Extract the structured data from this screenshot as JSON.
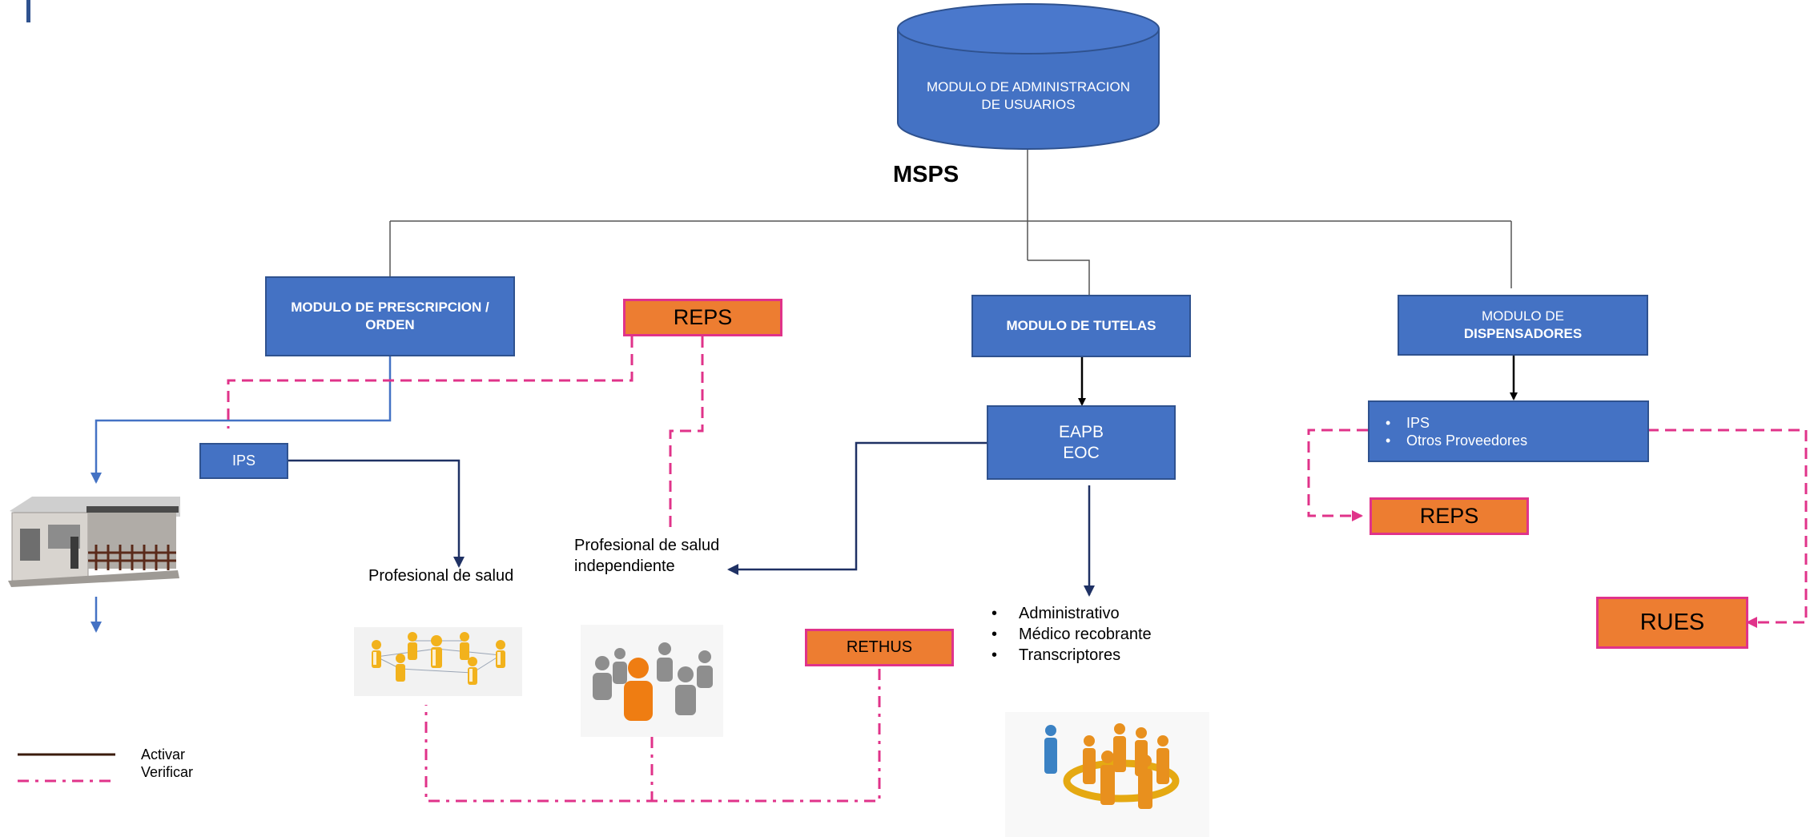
{
  "db": {
    "line1": "MODULO DE ADMINISTRACION",
    "line2": "DE USUARIOS"
  },
  "msps_label": "MSPS",
  "modules": {
    "prescripcion": {
      "line1": "MODULO DE PRESCRIPCION /",
      "line2": "ORDEN"
    },
    "tutelas": {
      "label": "MODULO DE TUTELAS"
    },
    "dispensadores": {
      "line1": "MODULO DE",
      "line2": "DISPENSADORES"
    }
  },
  "reps_label": "REPS",
  "reps2_label": "REPS",
  "rethus_label": "RETHUS",
  "rues_label": "RUES",
  "ips_label": "IPS",
  "eapb": {
    "line1": "EAPB",
    "line2": "EOC"
  },
  "dispensador_items": [
    "IPS",
    "Otros Proveedores"
  ],
  "profesional_salud": "Profesional de salud",
  "profesional_independiente": {
    "line1": "Profesional de salud",
    "line2": "independiente"
  },
  "tutela_roles": [
    "Administrativo",
    "Médico recobrante",
    "Transcriptores"
  ],
  "legend": {
    "activar": "Activar",
    "verificar": "Verificar"
  },
  "colors": {
    "module_blue": "#4472c4",
    "registry_orange": "#ed7d31",
    "verify_pink": "#e0338a",
    "arrow_navy": "#1f3164"
  }
}
